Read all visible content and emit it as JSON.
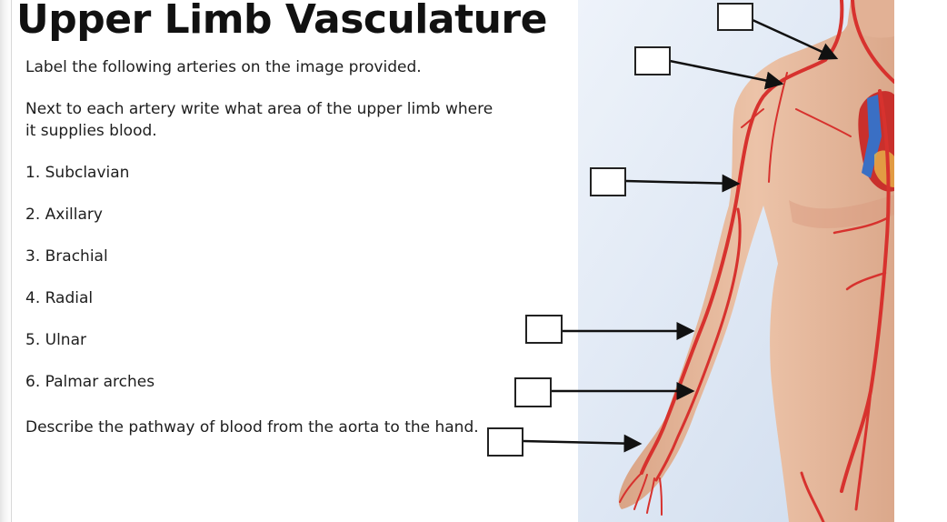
{
  "slide": {
    "title": "Upper Limb Vasculature",
    "instruction": "Label the following arteries on the image provided.",
    "next_instruction": "Next to each artery write what area of the upper limb where it supplies blood.",
    "arteries": [
      "1. Subclavian",
      "2. Axillary",
      "3. Brachial",
      "4. Radial",
      "5. Ulnar",
      "6. Palmar arches"
    ],
    "question": "Describe the pathway of blood from the aorta to the hand."
  },
  "figure": {
    "skin_color": "#e6b89c",
    "artery_color": "#d7322e",
    "vein_color": "#3a6fc4",
    "background_color": "#dce7f4",
    "label_box_count": 6
  }
}
